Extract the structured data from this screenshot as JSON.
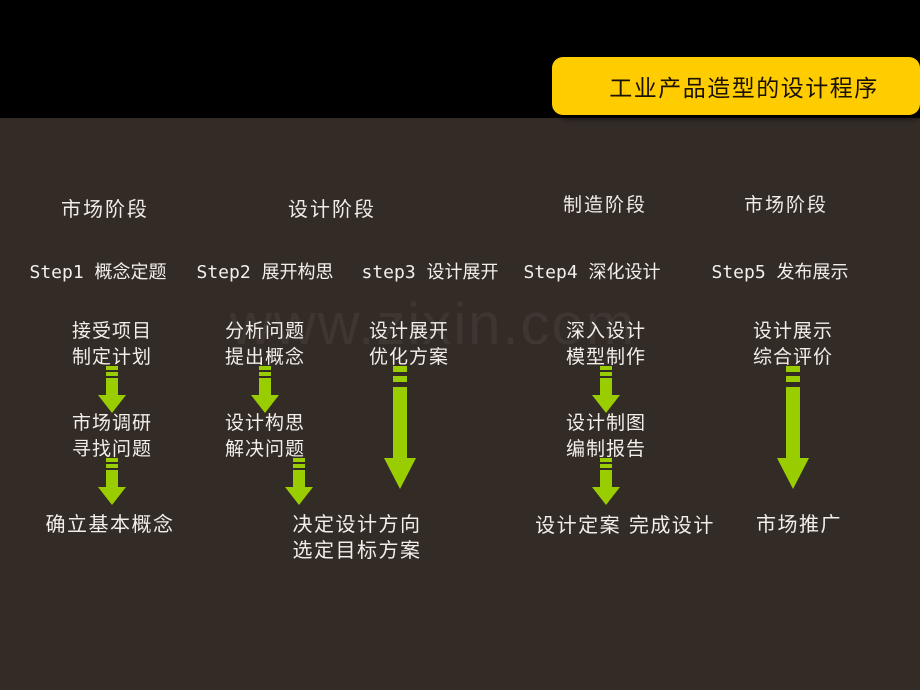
{
  "header": {
    "title": "工业产品造型的设计程序",
    "banner_color": "#ffcc00",
    "band_color": "#000000"
  },
  "theme": {
    "background": "#332b26",
    "arrow_color": "#9acd00",
    "text_color": "#f2eee9"
  },
  "watermark": {
    "text": "www.zixin.com"
  },
  "stages": [
    {
      "label": "市场阶段"
    },
    {
      "label": "设计阶段"
    },
    {
      "label": "制造阶段"
    },
    {
      "label": "市场阶段"
    }
  ],
  "steps": [
    {
      "label": "Step1 概念定题"
    },
    {
      "label": "Step2 展开构思"
    },
    {
      "label": "step3 设计展开"
    },
    {
      "label": "Step4 深化设计"
    },
    {
      "label": "Step5 发布展示"
    }
  ],
  "columns": [
    {
      "name": "column-1",
      "nodes": [
        {
          "lines": "接受项目\n制定计划"
        },
        {
          "lines": "市场调研\n寻找问题"
        },
        {
          "lines": "确立基本概念"
        }
      ]
    },
    {
      "name": "column-2",
      "nodes": [
        {
          "lines": "分析问题\n提出概念"
        },
        {
          "lines": "设计构思\n解决问题"
        },
        {
          "lines": "决定设计方向\n选定目标方案"
        }
      ]
    },
    {
      "name": "column-3",
      "nodes": [
        {
          "lines": "设计展开\n优化方案"
        }
      ]
    },
    {
      "name": "column-4",
      "nodes": [
        {
          "lines": "深入设计\n模型制作"
        },
        {
          "lines": "设计制图\n编制报告"
        },
        {
          "lines": "设计定案 完成设计"
        }
      ]
    },
    {
      "name": "column-5",
      "nodes": [
        {
          "lines": "设计展示\n综合评价"
        },
        {
          "lines": "市场推广"
        }
      ]
    }
  ],
  "nodes": {
    "c1n1": "接受项目\n制定计划",
    "c1n2": "市场调研\n寻找问题",
    "c1n3": "确立基本概念",
    "c2n1": "分析问题\n提出概念",
    "c2n2": "设计构思\n解决问题",
    "c2n3": "决定设计方向\n选定目标方案",
    "c3n1": "设计展开\n优化方案",
    "c4n1": "深入设计\n模型制作",
    "c4n2": "设计制图\n编制报告",
    "c4n3": "设计定案 完成设计",
    "c5n1": "设计展示\n综合评价",
    "c5n2": "市场推广"
  }
}
